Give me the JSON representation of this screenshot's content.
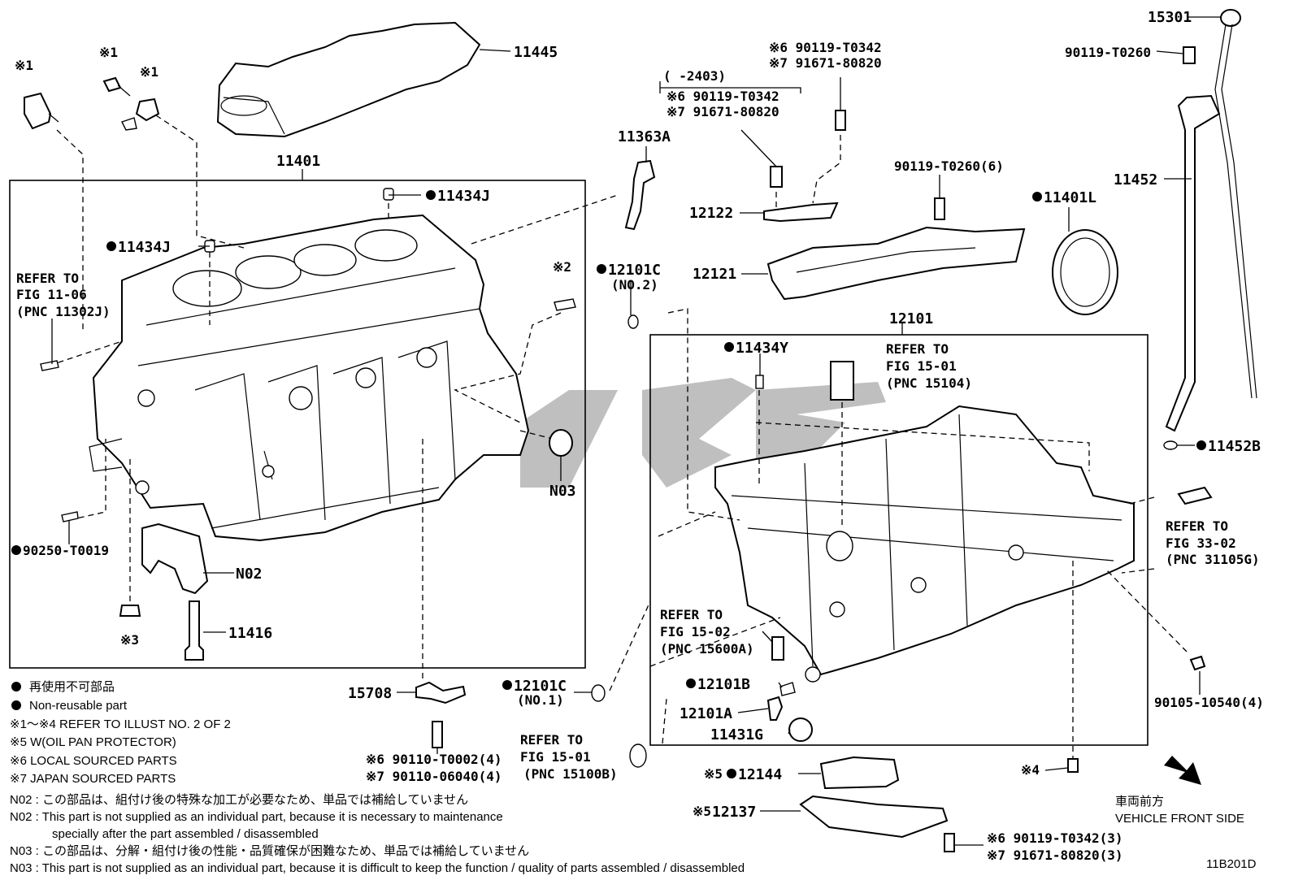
{
  "figure_code": "11B201D",
  "labels": {
    "l15301": "15301",
    "l90119_t0260_top": "90119-T0260",
    "l11445": "11445",
    "l11401": "11401",
    "l11434j_a": "11434J",
    "l11434j_b": "11434J",
    "l11363a": "11363A",
    "l12122": "12122",
    "l12121": "12121",
    "l90119_t0260_6": "90119-T0260(6)",
    "l11401l": "11401L",
    "l11452": "11452",
    "l11452b": "11452B",
    "l12101c_top": "12101C",
    "l12101c_top_sub": "(NO.2)",
    "l12101": "12101",
    "l11434y": "11434Y",
    "l_n03": "N03",
    "l_n02": "N02",
    "l11416": "11416",
    "l90250": "90250-T0019",
    "l15708": "15708",
    "l12101c_bot": "12101C",
    "l12101c_bot_sub": "(NO.1)",
    "l12101b": "12101B",
    "l12101a": "12101A",
    "l11431g": "11431G",
    "l12144": "12144",
    "l12137": "12137",
    "l90105": "90105-10540(4)",
    "l_mark1_a": "※1",
    "l_mark1_b": "※1",
    "l_mark1_c": "※1",
    "l_mark2": "※2",
    "l_mark3": "※3",
    "l_mark4": "※4",
    "l_mark5_a": "※5",
    "l_mark5_b": "※5",
    "top_bracket_range": "(     -2403)",
    "top_bracket_line1": "※6 90119-T0342",
    "top_bracket_line2": "※7 91671-80820",
    "top_right_line1": "※6 90119-T0342",
    "top_right_line2": "※7 91671-80820",
    "bottom_bolt_line1": "※6 90110-T0002(4)",
    "bottom_bolt_line2": "※7 90110-06040(4)",
    "bottom_right_line1": "※6 90119-T0342(3)",
    "bottom_right_line2": "※7 91671-80820(3)"
  },
  "refers": {
    "r11_06": [
      "REFER TO",
      "FIG 11-06",
      "(PNC 11302J)"
    ],
    "r15_01_a": [
      "REFER TO",
      "FIG 15-01",
      "(PNC 15104)"
    ],
    "r15_02": [
      "REFER TO",
      "FIG 15-02",
      "(PNC 15600A)"
    ],
    "r15_01_b": [
      "REFER TO",
      "FIG 15-01",
      "(PNC 15100B)"
    ],
    "r33_02": [
      "REFER TO",
      "FIG 33-02",
      "(PNC 31105G)"
    ]
  },
  "vehicle_front": {
    "jp": "車両前方",
    "en": "VEHICLE FRONT SIDE"
  },
  "legend": [
    "再使用不可部品",
    "Non-reusable part",
    "※1～※4  REFER TO ILLUST NO. 2 OF 2",
    "※5 W(OIL PAN PROTECTOR)",
    "※6 LOCAL SOURCED PARTS",
    "※7 JAPAN SOURCED PARTS"
  ],
  "notes": [
    "N02 : この部品は、組付け後の特殊な加工が必要なため、単品では補給していません",
    "N02 : This part is not supplied as an individual part, because it is necessary to maintenance",
    "specially after the part assembled / disassembled",
    "N03 : この部品は、分解・組付け後の性能・品質確保が困難なため、単品では補給していません",
    "N03 : This part is not supplied as an individual part, because it is difficult to keep the function / quality of parts  assembled / disassembled"
  ]
}
